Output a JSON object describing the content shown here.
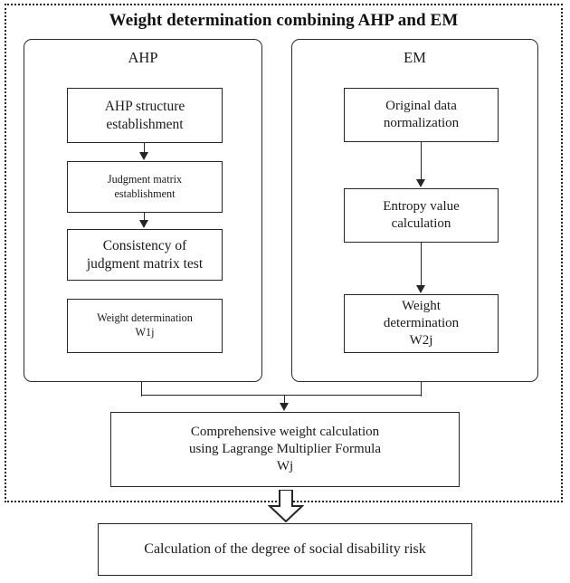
{
  "diagram": {
    "title": "Weight determination combining AHP and EM",
    "panels": [
      {
        "name": "AHP",
        "title": "AHP",
        "steps": [
          {
            "id": "ahp-1",
            "line1": "AHP structure",
            "line2": "establishment"
          },
          {
            "id": "ahp-2",
            "line1": "Judgment matrix",
            "line2": "establishment"
          },
          {
            "id": "ahp-3",
            "line1": "Consistency of",
            "line2": "judgment matrix test"
          },
          {
            "id": "ahp-4",
            "line1": "Weight determination",
            "line2": "W1j"
          }
        ]
      },
      {
        "name": "EM",
        "title": "EM",
        "steps": [
          {
            "id": "em-1",
            "line1": "Original data",
            "line2": "normalization"
          },
          {
            "id": "em-2",
            "line1": "Entropy value",
            "line2": "calculation"
          },
          {
            "id": "em-3",
            "line1": "Weight",
            "line2": "determination",
            "line3": "W2j"
          }
        ]
      }
    ],
    "comprehensive": {
      "line1": "Comprehensive weight calculation",
      "line2": "using Lagrange Multiplier Formula",
      "line3": "Wj"
    },
    "result": {
      "text": "Calculation of the degree of social disability risk"
    },
    "connectors": {
      "merge_arrow": "down-arrow",
      "output_arrow": "hollow-block-down-arrow"
    },
    "colors": {
      "stroke": "#262626",
      "text": "#1a1a1a",
      "background": "#ffffff",
      "frame": "#222222"
    }
  }
}
